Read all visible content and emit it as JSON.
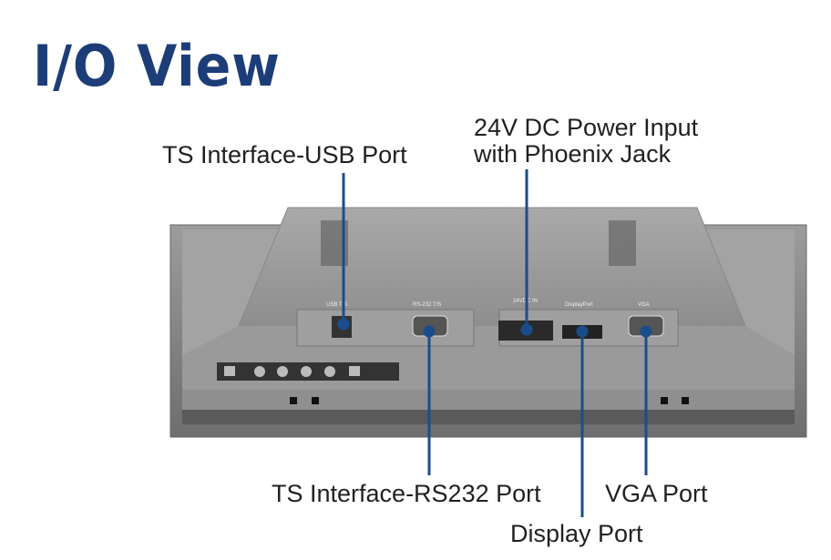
{
  "title": "I/O View",
  "callouts": {
    "usb": "TS Interface-USB Port",
    "power_line1": "24V DC Power Input",
    "power_line2": "with Phoenix Jack",
    "rs232": "TS Interface-RS232 Port",
    "vga": "VGA Port",
    "displayport": "Display Port"
  },
  "panel_labels": {
    "usb": "USB T/S",
    "rs232": "RS-232 T/S",
    "power": "24VDC IN",
    "displayport": "DisplayPort",
    "vga": "VGA"
  },
  "colors": {
    "title": "#1d3d78",
    "callout_line": "#1a4d8c"
  }
}
